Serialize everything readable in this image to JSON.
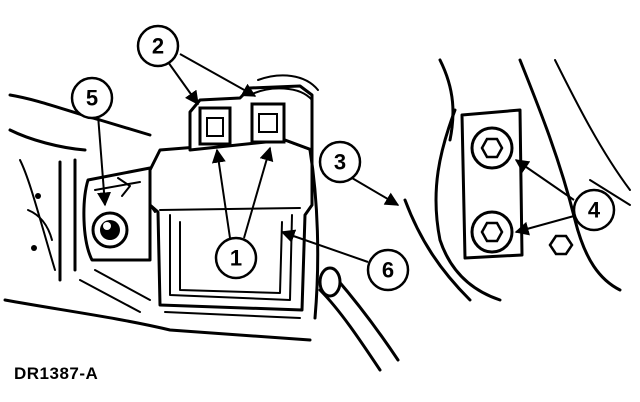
{
  "figure": {
    "id_label": "DR1387-A",
    "callouts": [
      "1",
      "2",
      "3",
      "4",
      "5",
      "6"
    ]
  }
}
